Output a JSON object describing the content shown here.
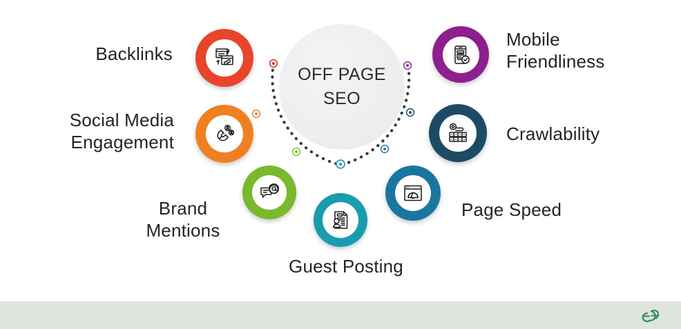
{
  "hub": {
    "line1": "OFF PAGE",
    "line2": "SEO"
  },
  "diagram": {
    "type": "radial-infographic",
    "topic": "Off Page SEO factors",
    "node_count": 7
  },
  "nodes": [
    {
      "id": "backlinks",
      "label": "Backlinks",
      "label_lines": "Backlinks",
      "icon": "backlinks-link-windows-icon",
      "color": "#e8452a",
      "ring_color": "#e8452a",
      "marker_color": "#c8452f",
      "label_align": "right"
    },
    {
      "id": "social-media-engagement",
      "label": "Social Media Engagement",
      "label_lines": "Social Media\nEngagement",
      "icon": "magnet-social-icon",
      "color": "#ef8022",
      "ring_color": "#ef8022",
      "marker_color": "#e08a3c",
      "label_align": "right"
    },
    {
      "id": "brand-mentions",
      "label": "Brand Mentions",
      "label_lines": "Brand\nMentions",
      "icon": "speech-bubble-at-icon",
      "color": "#7ab92d",
      "ring_color": "#7ab92d",
      "marker_color": "#8cc63f",
      "label_align": "center"
    },
    {
      "id": "guest-posting",
      "label": "Guest Posting",
      "label_lines": "Guest Posting",
      "icon": "document-author-icon",
      "color": "#199cb0",
      "ring_color": "#199cb0",
      "marker_color": "#2f9fb0",
      "label_align": "center"
    },
    {
      "id": "page-speed",
      "label": "Page Speed",
      "label_lines": "Page Speed",
      "icon": "speedometer-browser-icon",
      "color": "#1a76a0",
      "ring_color": "#1a76a0",
      "marker_color": "#3d7fa4",
      "label_align": "left"
    },
    {
      "id": "crawlability",
      "label": "Crawlability",
      "label_lines": "Crawlability",
      "icon": "magnifier-server-grid-icon",
      "color": "#1d4b66",
      "ring_color": "#1d4b66",
      "marker_color": "#2a5570",
      "label_align": "left"
    },
    {
      "id": "mobile-friendliness",
      "label": "Mobile Friendliness",
      "label_lines": "Mobile\nFriendliness",
      "icon": "mobile-check-icon",
      "color": "#8e1f8e",
      "ring_color": "#8e1f8e",
      "marker_color": "#923c8f",
      "label_align": "left"
    }
  ],
  "footer": {
    "logo_name": "geeksforgeeks-logo",
    "logo_color": "#2f8d5b",
    "band_color": "#dde5dd"
  },
  "theme": {
    "background": "#ffffff",
    "hub_fill": "#eeeeee",
    "text_color": "#242424",
    "arc_dot_color": "#3a3a3a"
  }
}
